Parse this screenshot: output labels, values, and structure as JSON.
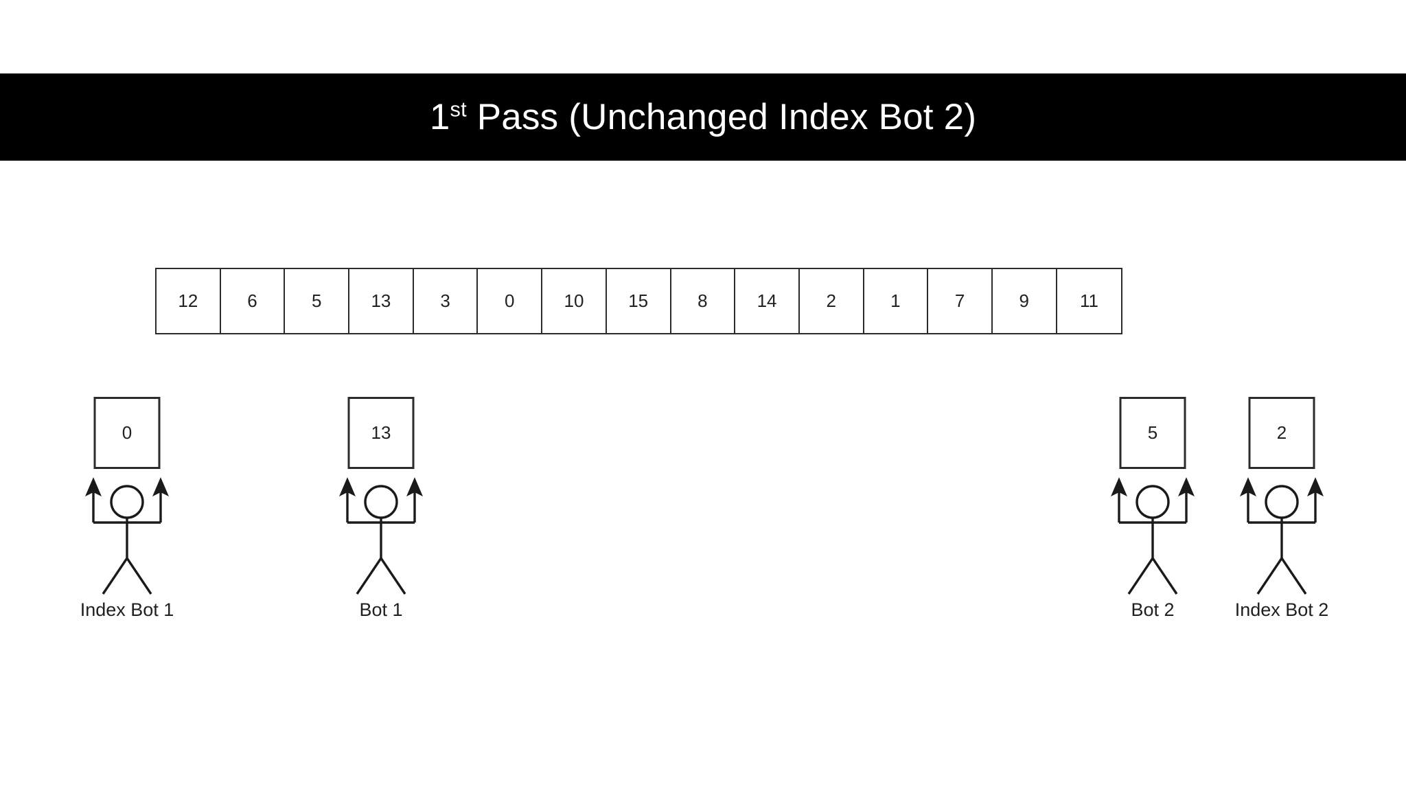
{
  "slide": {
    "title_prefix": "1",
    "title_superscript": "st",
    "title_rest": " Pass (Unchanged Index Bot 2)",
    "title_full": "1st Pass (Unchanged Index Bot 2)",
    "background_color": "#ffffff",
    "banner_color": "#000000",
    "banner_text_color": "#ffffff",
    "stroke_color": "#2b2b2b"
  },
  "array": {
    "label": "data-array",
    "length": 15,
    "cells": [
      {
        "index": 0,
        "value": "12"
      },
      {
        "index": 1,
        "value": "6"
      },
      {
        "index": 2,
        "value": "5"
      },
      {
        "index": 3,
        "value": "13"
      },
      {
        "index": 4,
        "value": "3"
      },
      {
        "index": 5,
        "value": "0"
      },
      {
        "index": 6,
        "value": "10"
      },
      {
        "index": 7,
        "value": "15"
      },
      {
        "index": 8,
        "value": "8"
      },
      {
        "index": 9,
        "value": "14"
      },
      {
        "index": 10,
        "value": "2"
      },
      {
        "index": 11,
        "value": "1"
      },
      {
        "index": 12,
        "value": "7"
      },
      {
        "index": 13,
        "value": "9"
      },
      {
        "index": 14,
        "value": "11"
      }
    ]
  },
  "bots": [
    {
      "id": "index-bot-1",
      "label": "Index Bot 1",
      "held_value": "0"
    },
    {
      "id": "bot-1",
      "label": "Bot 1",
      "held_value": "13"
    },
    {
      "id": "bot-2",
      "label": "Bot 2",
      "held_value": "5"
    },
    {
      "id": "index-bot-2",
      "label": "Index Bot 2",
      "held_value": "2"
    }
  ]
}
